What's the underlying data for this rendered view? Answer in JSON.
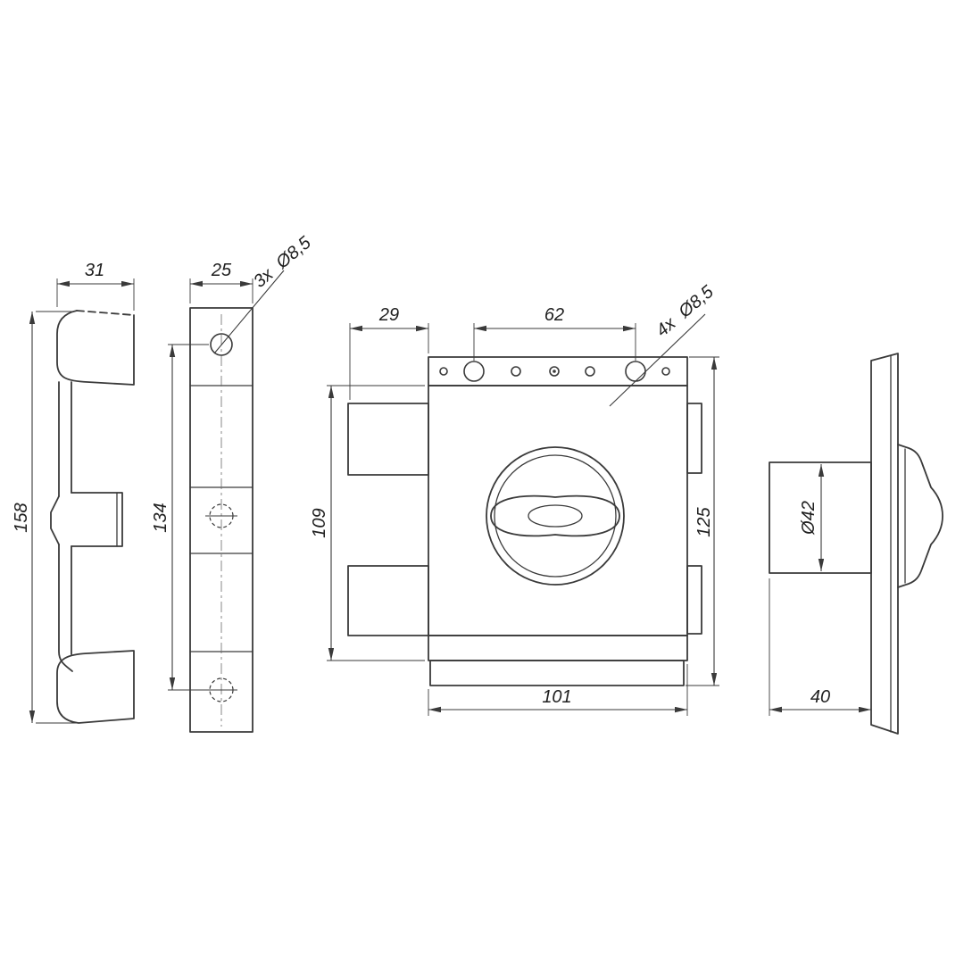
{
  "dimensions": {
    "keeper_width": "31",
    "keeper_height": "158",
    "strap_width": "25",
    "strap_hole_count": "3x",
    "strap_hole_dia": "Ø8,5",
    "strap_hole_pitch": "134",
    "lug_depth": "29",
    "hole_spacing": "62",
    "case_hole_count": "4x",
    "case_hole_dia": "Ø8,5",
    "case_height_left": "109",
    "case_height_right": "125",
    "case_width": "101",
    "cylinder_dia": "Ø42",
    "case_depth": "40"
  }
}
